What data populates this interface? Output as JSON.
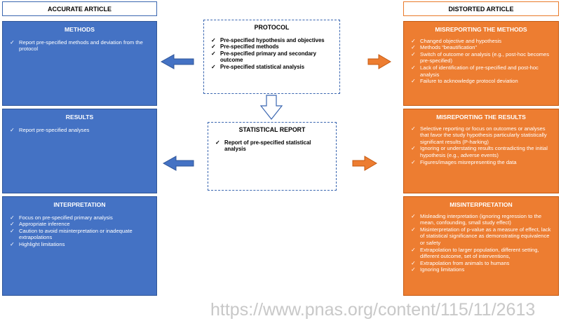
{
  "headers": {
    "left": "ACCURATE ARTICLE",
    "right": "DISTORTED ARTICLE"
  },
  "protocol": {
    "title": "PROTOCOL",
    "items": [
      "Pre-specified hypothesis and objectives",
      "Pre-specified methods",
      "Pre-specified primary and secondary outcome",
      "Pre-specified statistical analysis"
    ]
  },
  "statistical_report": {
    "title": "STATISTICAL REPORT",
    "items": [
      "Report of pre-specified statistical analysis"
    ]
  },
  "accurate": {
    "methods": {
      "title": "METHODS",
      "items": [
        "Report pre-specified methods and deviation from the protocol"
      ]
    },
    "results": {
      "title": "RESULTS",
      "items": [
        "Report pre-specified analyses"
      ]
    },
    "interpretation": {
      "title": "INTERPRETATION",
      "items": [
        "Focus on pre-specified primary analysis",
        "Appropriate inference",
        "Caution to avoid misinterpretation or inadequate extrapolations",
        "Highlight limitations"
      ]
    }
  },
  "distorted": {
    "methods": {
      "title": "MISREPORTING THE METHODS",
      "items": [
        "Changed objective and hypothesis",
        "Methods “beautification”",
        "Switch of outcome or analysis (e.g., post-hoc becomes pre-specified)",
        "Lack of identification of pre-specified and post-hoc analysis",
        "Failure to acknowledge protocol deviation"
      ]
    },
    "results": {
      "title": "MISREPORTING THE RESULTS",
      "items": [
        "Selective reporting or focus on outcomes or analyses that favor the study hypothesis particularly statistically significant results (P-harking)",
        "Ignoring or understating results contradicting the initial hypothesis (e.g., adverse events)",
        "Figures/images misrepresenting the data"
      ]
    },
    "interpretation": {
      "title": "MISINTERPRETATION",
      "items": [
        "Misleading interpretation (ignoring regression to the mean, confounding, small study effect)",
        "Misinterpretation of p-value as a measure of effect, lack of statistical significance as demonstrating equivalence or safety",
        "Extrapolation to larger population, different setting, different outcome, set of interventions,",
        "Extrapolation from animals to humans",
        "Ignoring limitations"
      ]
    }
  },
  "watermark": "https://www.pnas.org/content/115/11/2613",
  "colors": {
    "blue": "#4472c4",
    "orange": "#ed7d31"
  }
}
